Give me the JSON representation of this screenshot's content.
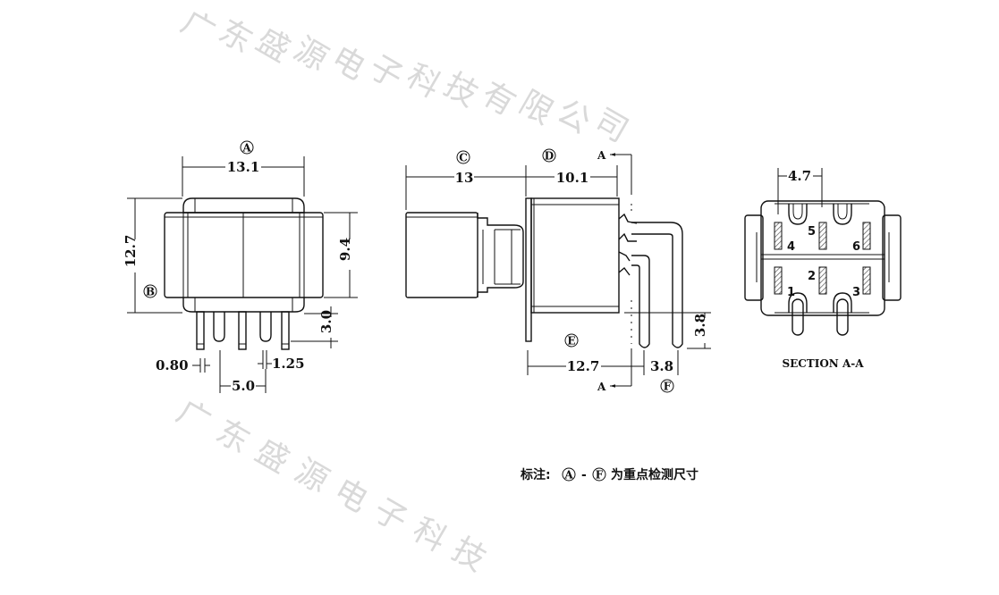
{
  "watermark": {
    "text_chars": [
      "广",
      "东",
      "盛",
      "源",
      "电",
      "子",
      "科",
      "技",
      "有",
      "限",
      "公",
      "司"
    ],
    "color": "#d9d9d9"
  },
  "front_view": {
    "labels": {
      "A": "A",
      "B": "B"
    },
    "dims": {
      "width": "13.1",
      "height": "12.7",
      "body_height": "9.4",
      "pin_length": "3.0",
      "pin_width": "0.80",
      "pin_gap": "1.25",
      "pin_pitch": "5.0"
    }
  },
  "side_view": {
    "labels": {
      "C": "C",
      "D": "D",
      "E": "E",
      "F": "F"
    },
    "section_marker": "A",
    "dims": {
      "actuator_length": "13",
      "body_length": "10.1",
      "base_length": "12.7",
      "pin_pitch": "3.8",
      "pin_drop": "3.8"
    }
  },
  "section_view": {
    "title": "SECTION A-A",
    "dims": {
      "pin_spacing": "4.7"
    },
    "pins": [
      "1",
      "2",
      "3",
      "4",
      "5",
      "6"
    ]
  },
  "note": {
    "prefix": "标注:",
    "range_start": "A",
    "dash": "-",
    "range_end": "F",
    "suffix": "为重点检测尺寸"
  }
}
